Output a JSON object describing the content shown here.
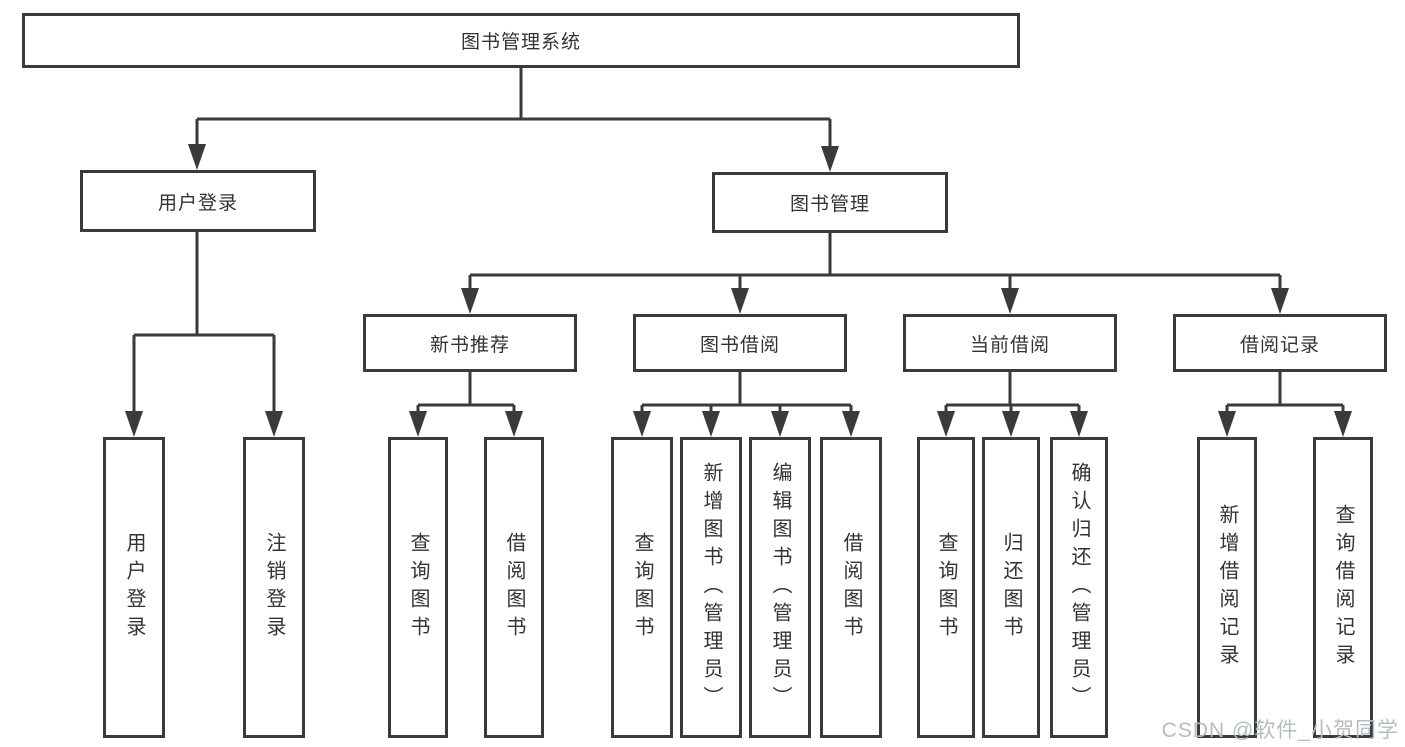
{
  "diagram": {
    "root": {
      "label": "图书管理系统"
    },
    "level2": [
      {
        "label": "用户登录"
      },
      {
        "label": "图书管理"
      }
    ],
    "level3": [
      {
        "label": "新书推荐"
      },
      {
        "label": "图书借阅"
      },
      {
        "label": "当前借阅"
      },
      {
        "label": "借阅记录"
      }
    ],
    "leaves": {
      "user_login": [
        "用户登录",
        "注销登录"
      ],
      "new_book": [
        "查询图书",
        "借阅图书"
      ],
      "book_borrow": [
        "查询图书",
        "新增图书（管理员）",
        "编辑图书（管理员）",
        "借阅图书"
      ],
      "current_borrow": [
        "查询图书",
        "归还图书",
        "确认归还（管理员）"
      ],
      "borrow_records": [
        "新增借阅记录",
        "查询借阅记录"
      ]
    }
  },
  "watermark": "CSDN @软件_小贺同学",
  "colors": {
    "line": "#3a3a3a",
    "text": "#333333",
    "box_background": "#ffffff",
    "watermark": "#b5bcc0"
  }
}
